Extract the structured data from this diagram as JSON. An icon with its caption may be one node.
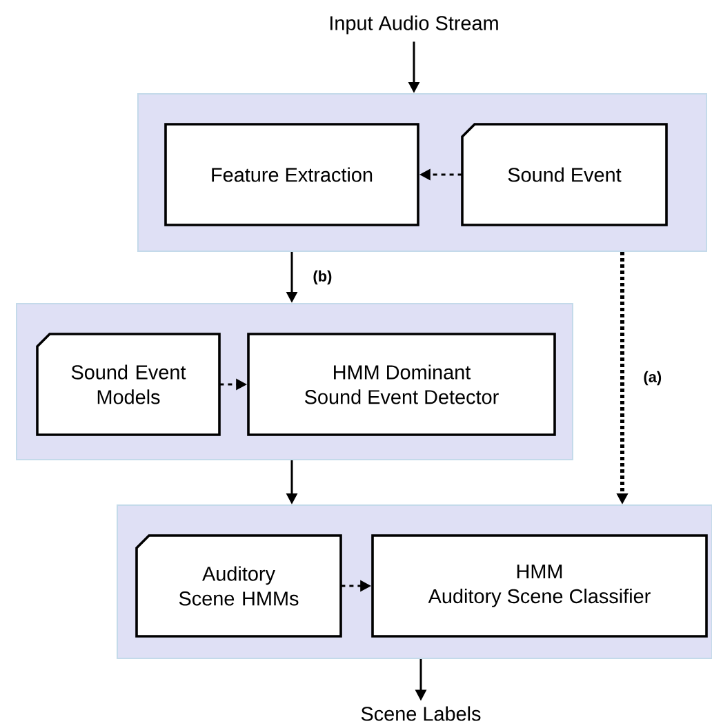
{
  "diagram": {
    "nodes": [
      {
        "text": [
          "Input Audio Stream"
        ]
      },
      {
        "text": [],
        "shape": "box"
      },
      {
        "text": [
          "Feature Extraction"
        ],
        "in": 1
      },
      {
        "text": [
          "Sound Event"
        ],
        "in": 1
      },
      {
        "text": [],
        "shape": "box"
      },
      {
        "text": [
          "Sound Event Models"
        ],
        "in": 4
      },
      {
        "text": [
          "HMM Dominant",
          "Sound Event Detector"
        ],
        "in": 4
      },
      {
        "text": [],
        "shape": "box"
      },
      {
        "text": [
          "Auditory Scene HMMs"
        ],
        "in": 7
      },
      {
        "text": [
          "HMM",
          "Auditory Scene Classifier"
        ],
        "in": 7
      },
      {
        "text": [
          "Scene Labels"
        ]
      }
    ],
    "edges": [
      {
        "from": 0,
        "to": 1,
        "arrow": "to"
      },
      {
        "from": 3,
        "to": 2,
        "arrow": "to",
        "style": "dashed"
      },
      {
        "from": 1,
        "to": 4,
        "arrow": "to",
        "label": "(b)"
      },
      {
        "from": 5,
        "to": 6,
        "arrow": "to",
        "style": "dashed"
      },
      {
        "from": 4,
        "to": 7,
        "arrow": "to"
      },
      {
        "from": 1,
        "to": 7,
        "arrow": "to",
        "label": "(a)",
        "style": "dashed"
      },
      {
        "from": 8,
        "to": 9,
        "arrow": "to",
        "style": "dashed"
      },
      {
        "from": 7,
        "to": 10,
        "arrow": "to"
      }
    ]
  }
}
